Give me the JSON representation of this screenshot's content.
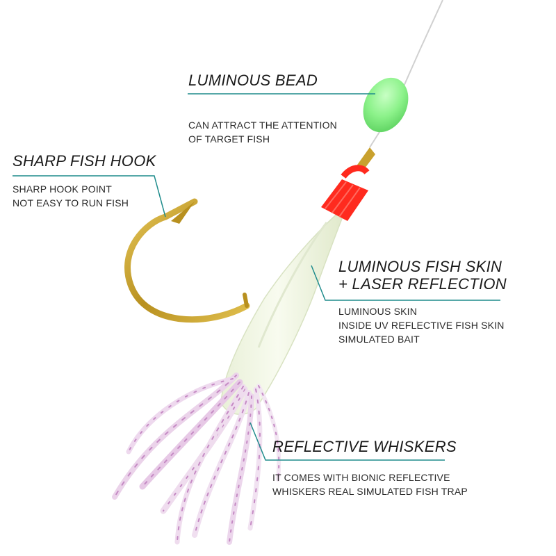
{
  "accent_color": "#1f8c8c",
  "callouts": {
    "luminous_bead": {
      "title": "LUMINOUS BEAD",
      "lines": [
        "CAN ATTRACT THE ATTENTION",
        "OF TARGET FISH"
      ]
    },
    "sharp_fish_hook": {
      "title": "SHARP FISH HOOK",
      "lines": [
        "SHARP HOOK POINT",
        "NOT EASY TO RUN FISH"
      ]
    },
    "fish_skin": {
      "title_line1": "LUMINOUS FISH SKIN",
      "title_line2": "+ LASER REFLECTION",
      "lines": [
        "LUMINOUS SKIN",
        "INSIDE UV REFLECTIVE FISH SKIN",
        "SIMULATED BAIT"
      ]
    },
    "whiskers": {
      "title": "REFLECTIVE WHISKERS",
      "lines": [
        "IT COMES WITH BIONIC REFLECTIVE",
        "WHISKERS REAL SIMULATED FISH TRAP"
      ]
    }
  },
  "product_parts": {
    "bead_color": "#8cf28a",
    "thread_color": "#ff2a1e",
    "hook_color": "#c9a12e",
    "skin_color": "#f1f6e4",
    "whisker_tint": "#d9a6d8"
  }
}
